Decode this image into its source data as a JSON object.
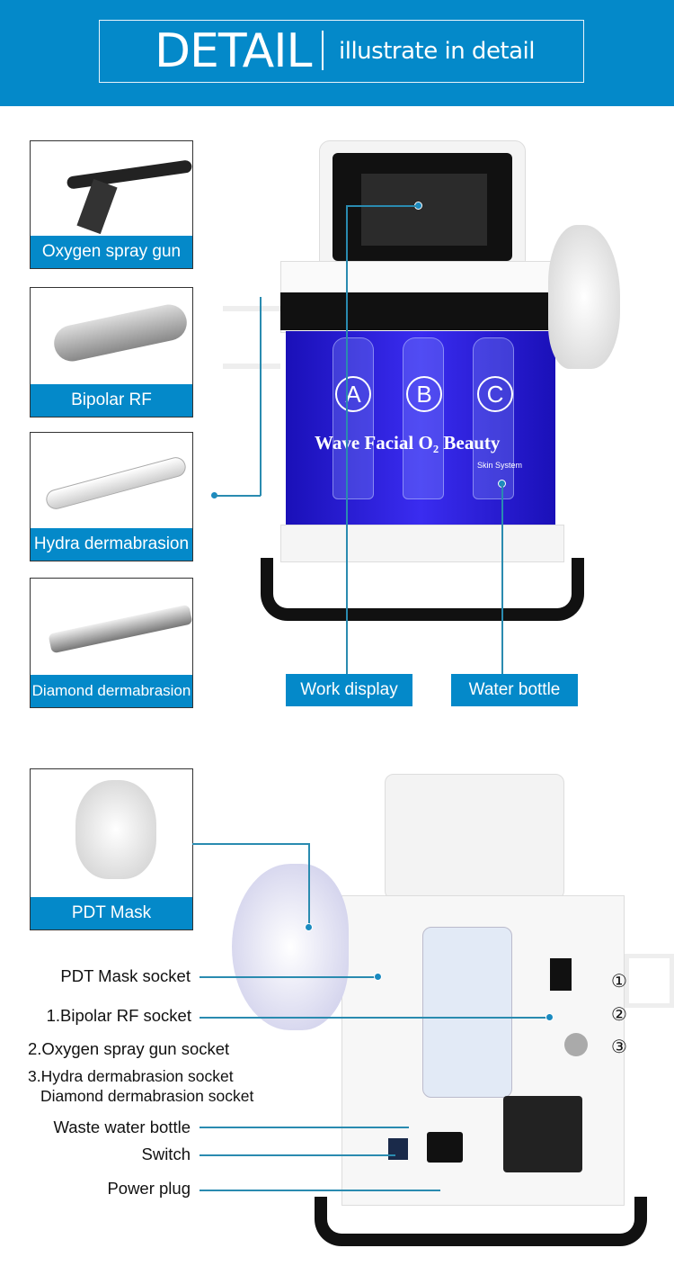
{
  "header": {
    "title": "DETAIL",
    "subtitle": "illustrate in detail"
  },
  "accessories": [
    {
      "label": "Oxygen spray gun"
    },
    {
      "label": "Bipolar RF"
    },
    {
      "label": "Hydra dermabrasion"
    },
    {
      "label": "Diamond dermabrasion"
    },
    {
      "label": "PDT Mask"
    }
  ],
  "machine_front": {
    "bottles": [
      "A",
      "B",
      "C"
    ],
    "brand": "Wave Facial O₂ Beauty",
    "brand_sub": "Skin System",
    "callouts": {
      "display": "Work display",
      "water": "Water bottle"
    }
  },
  "machine_back": {
    "callouts": [
      "PDT Mask socket",
      "1.Bipolar RF socket",
      "2.Oxygen spray gun socket",
      "3.Hydra dermabrasion socket",
      "Diamond dermabrasion socket",
      "Waste water bottle",
      "Switch",
      "Power plug"
    ],
    "numbers": [
      "①",
      "②",
      "③"
    ]
  },
  "colors": {
    "accent": "#0489c9",
    "tank": "#2a1fd6"
  }
}
